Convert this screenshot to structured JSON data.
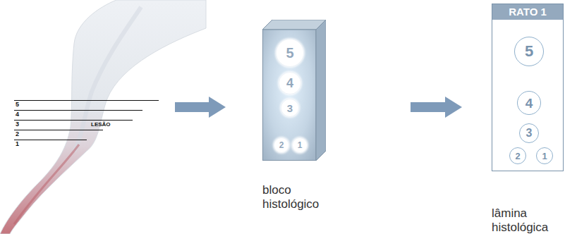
{
  "diagram": {
    "nodes": [
      {
        "text": [
          "bloco histológico"
        ]
      },
      {
        "text": [
          "5"
        ],
        "in": 0
      },
      {
        "text": [
          "4"
        ],
        "in": 0
      },
      {
        "text": [
          "3"
        ],
        "in": 0
      },
      {
        "text": [
          "2"
        ],
        "in": 0
      },
      {
        "text": [
          "1"
        ],
        "in": 0
      },
      {
        "text": [
          "RATO 1",
          "lâmina histológica"
        ]
      },
      {
        "text": [
          "5"
        ],
        "in": 6
      },
      {
        "text": [
          "4"
        ],
        "in": 6
      },
      {
        "text": [
          "3"
        ],
        "in": 6
      },
      {
        "text": [
          "2"
        ],
        "in": 6
      },
      {
        "text": [
          "1"
        ],
        "in": 6
      }
    ],
    "edges": [
      {
        "from": 0,
        "to": 6,
        "arrow": "to"
      }
    ],
    "labels": [
      "5",
      "4",
      "3",
      "2",
      "1",
      "LESÃO"
    ]
  }
}
